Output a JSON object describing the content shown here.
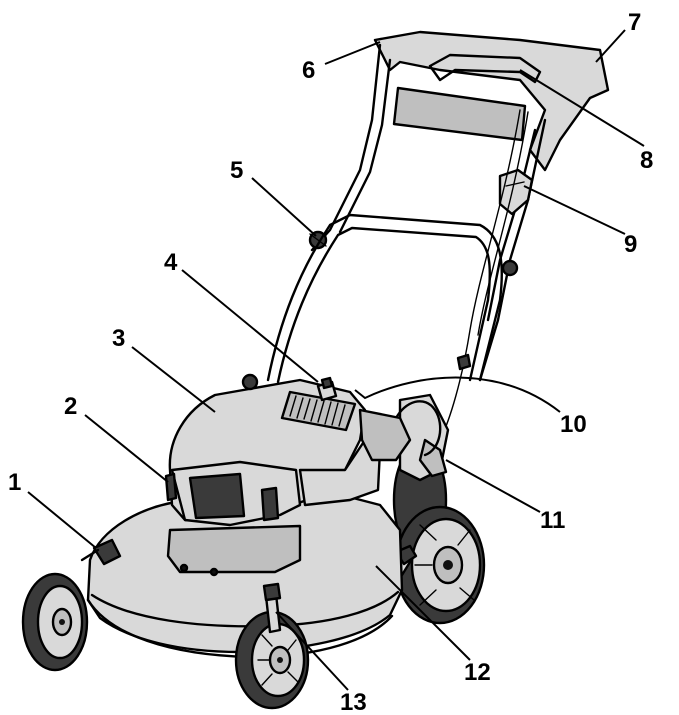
{
  "callouts": {
    "c1": "1",
    "c2": "2",
    "c3": "3",
    "c4": "4",
    "c5": "5",
    "c6": "6",
    "c7": "7",
    "c8": "8",
    "c9": "9",
    "c10": "10",
    "c11": "11",
    "c12": "12",
    "c13": "13"
  },
  "colors": {
    "line": "#000000",
    "body_fill": "#d9d9d9",
    "shade_fill": "#bfbfbf",
    "tire": "#3a3a3a",
    "background": "#ffffff"
  }
}
